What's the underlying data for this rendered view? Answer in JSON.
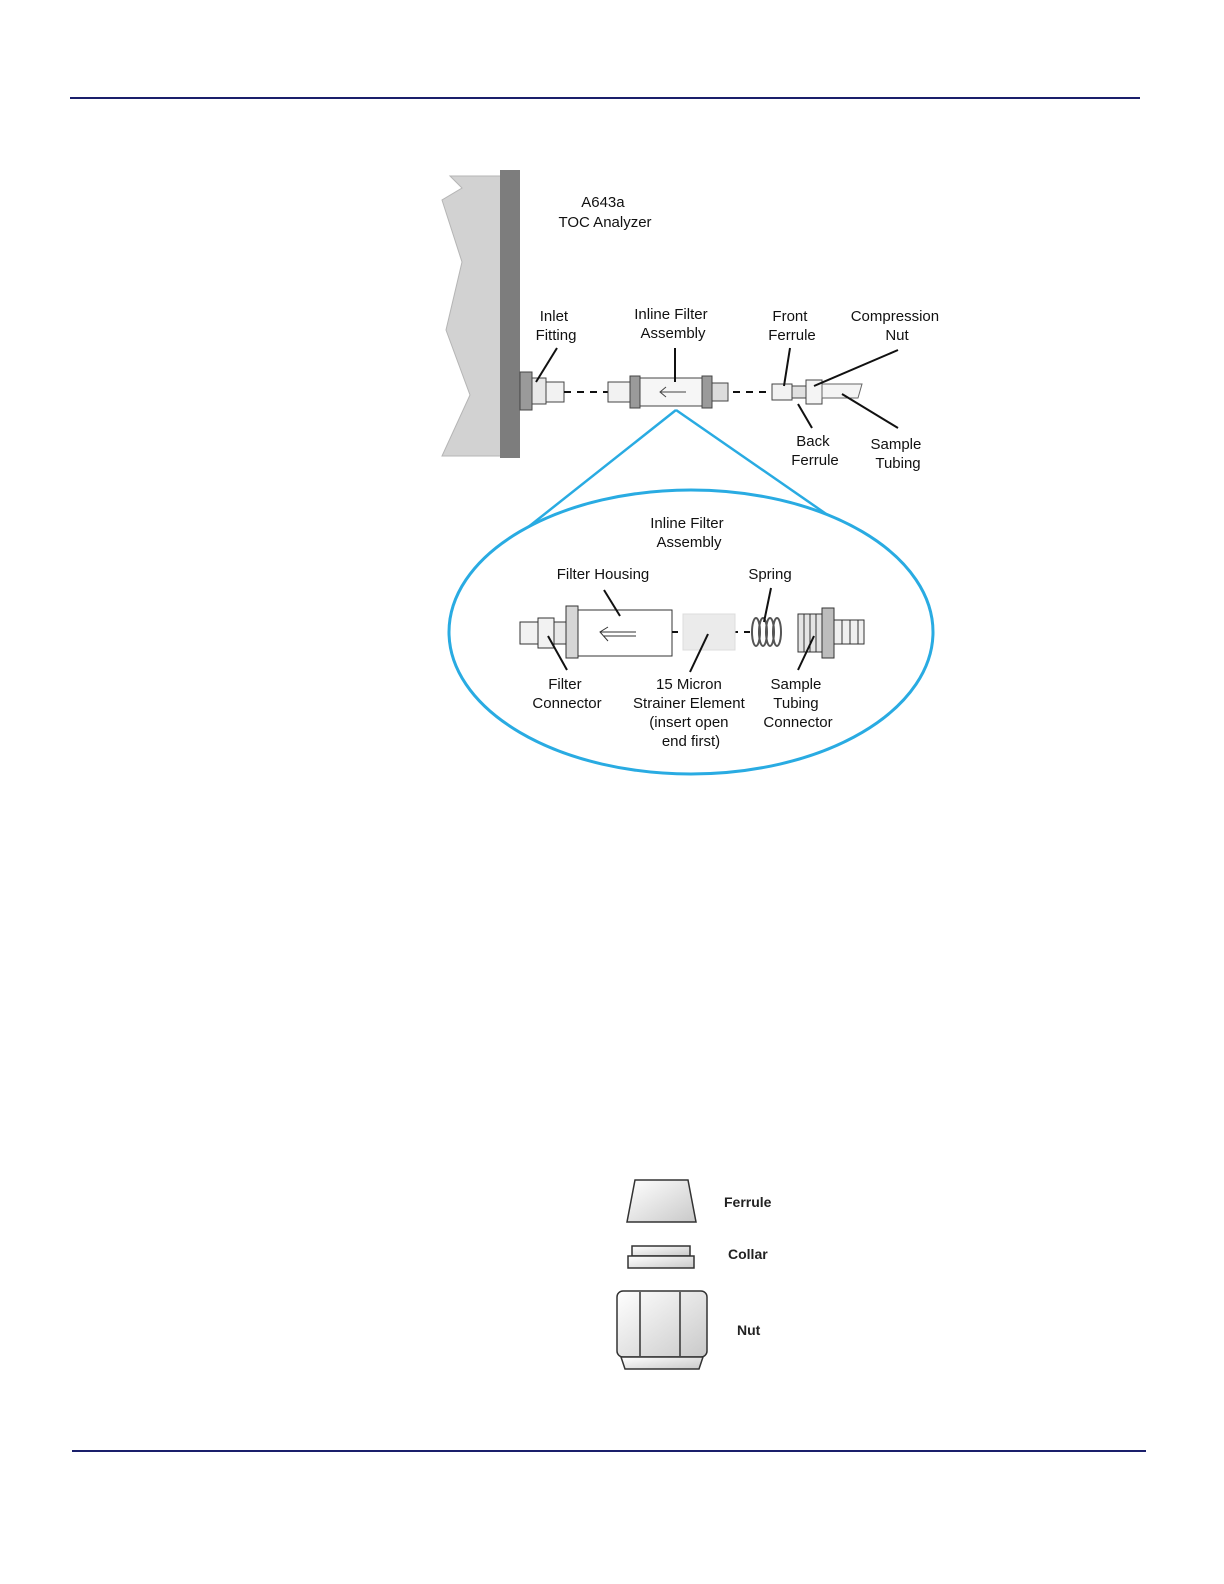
{
  "diagram": {
    "analyzer_label": [
      "A643a",
      "TOC Analyzer"
    ],
    "labels": {
      "inlet_fitting": [
        "Inlet",
        "Fitting"
      ],
      "inline_filter_assembly": [
        "Inline Filter",
        "Assembly"
      ],
      "front_ferrule": [
        "Front",
        "Ferrule"
      ],
      "compression_nut": [
        "Compression",
        "Nut"
      ],
      "back_ferrule": [
        "Back",
        "Ferrule"
      ],
      "sample_tubing": [
        "Sample",
        "Tubing"
      ]
    },
    "detail": {
      "title": [
        "Inline Filter",
        "Assembly"
      ],
      "filter_housing": "Filter Housing",
      "spring": "Spring",
      "filter_connector": [
        "Filter",
        "Connector"
      ],
      "strainer_element": [
        "15 Micron",
        "Strainer Element",
        "(insert open",
        "end first)"
      ],
      "sample_tubing_connector": [
        "Sample",
        "Tubing",
        "Connector"
      ]
    },
    "accent_color": "#29abe2"
  },
  "parts_legend": {
    "ferrule": "Ferrule",
    "collar": "Collar",
    "nut": "Nut"
  }
}
